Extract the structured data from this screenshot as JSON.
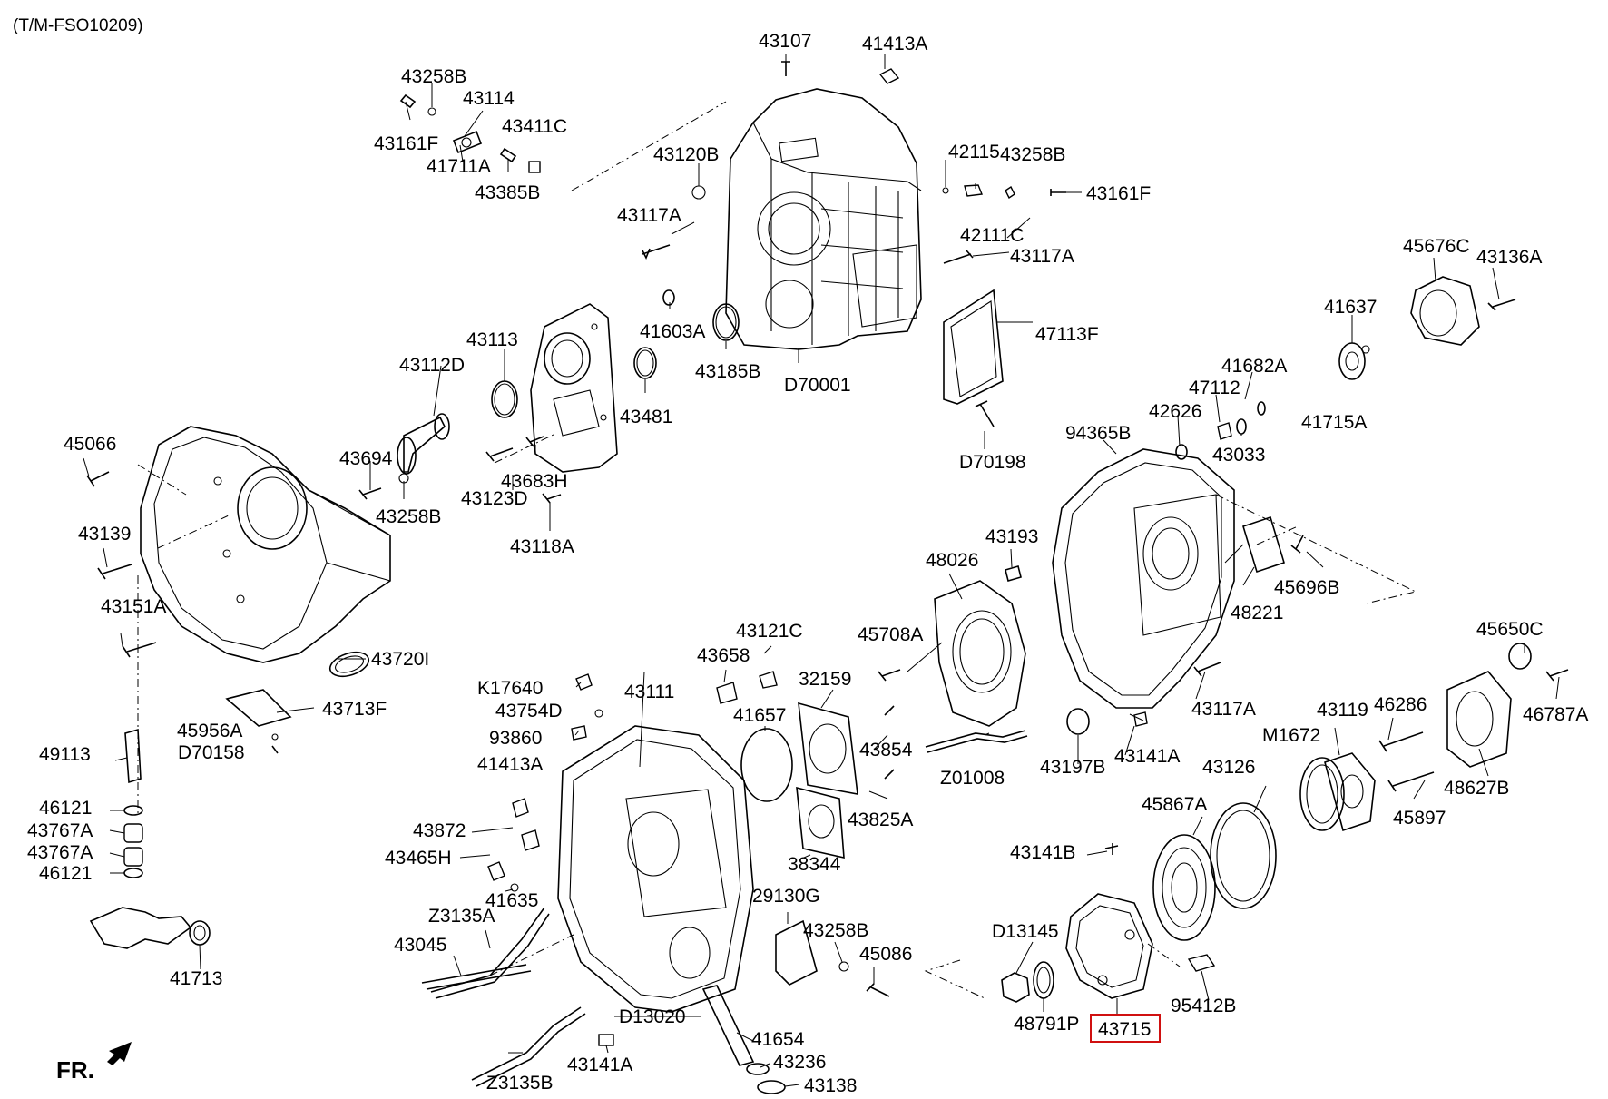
{
  "diagram_code": "(T/M-FSO10209)",
  "direction_label": "FR.",
  "highlighted_part": "43715",
  "labels": [
    "43107",
    "41413A",
    "43258B",
    "43114",
    "43411C",
    "43161F",
    "41711A",
    "43385B",
    "43120B",
    "42115",
    "43258B",
    "43161F",
    "43117A",
    "42111C",
    "43117A",
    "45676C",
    "43136A",
    "41637",
    "47113F",
    "41603A",
    "43185B",
    "D70001",
    "43113",
    "43112D",
    "43481",
    "41682A",
    "47112",
    "42626",
    "43033",
    "41715A",
    "D70198",
    "94365B",
    "45066",
    "43694",
    "43683H",
    "43123D",
    "43258B",
    "43118A",
    "43139",
    "43193",
    "48026",
    "48221",
    "45696B",
    "43151A",
    "45708A",
    "45650C",
    "43720I",
    "43121C",
    "43658",
    "K17640",
    "32159",
    "43111",
    "43117A",
    "43713F",
    "43754D",
    "41657",
    "45956A",
    "D70158",
    "93860",
    "43854",
    "Z01008",
    "43197B",
    "43141A",
    "43119",
    "46286",
    "46787A",
    "49113",
    "M1672",
    "43126",
    "41413A",
    "48627B",
    "43825A",
    "45867A",
    "45897",
    "46121",
    "43767A",
    "43767A",
    "43872",
    "43465H",
    "38344",
    "43141B",
    "46121",
    "41635",
    "29130G",
    "Z3135A",
    "43258B",
    "D13145",
    "45086",
    "43045",
    "41713",
    "D13020",
    "41654",
    "48791P",
    "43715",
    "95412B",
    "43236",
    "43138",
    "Z3135B",
    "43141A"
  ]
}
